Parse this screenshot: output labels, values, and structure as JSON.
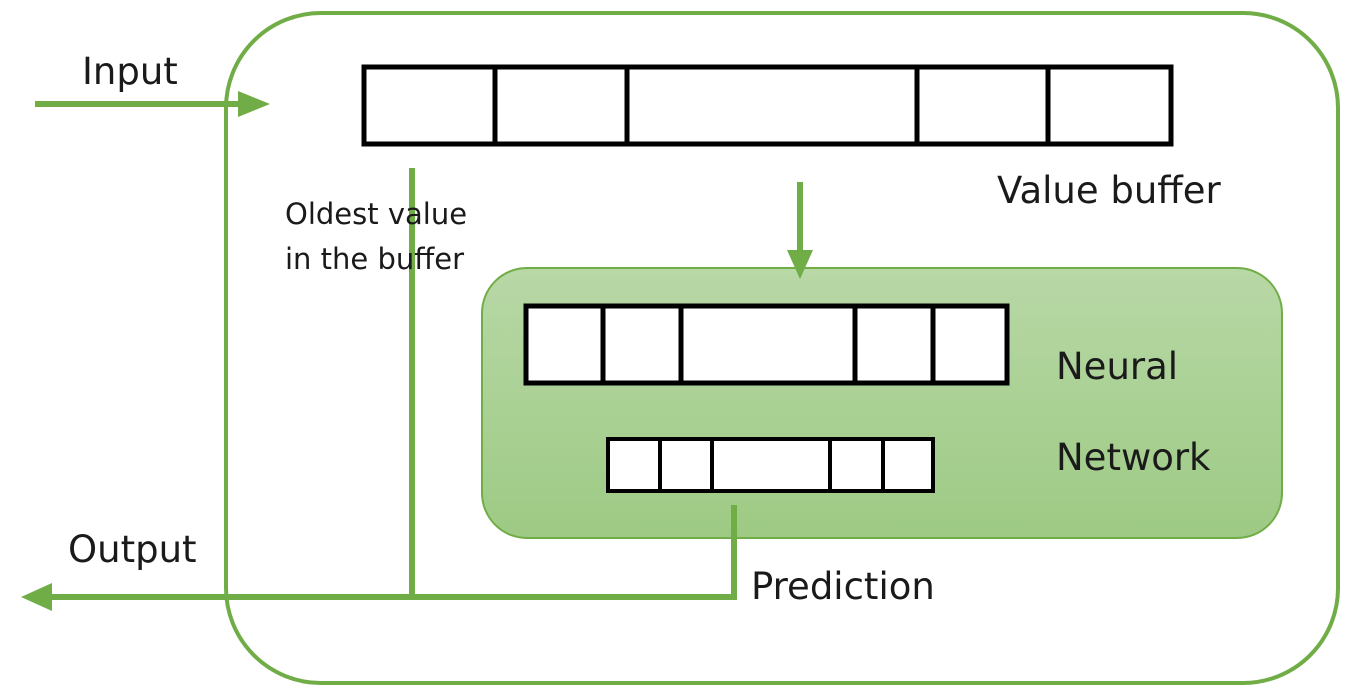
{
  "labels": {
    "input": "Input",
    "output": "Output",
    "value_buffer": "Value buffer",
    "oldest_value": "Oldest value in the buffer",
    "neural": "Neural",
    "network": "Network",
    "prediction": "Prediction"
  },
  "colors": {
    "flow_green": "#70ad47",
    "nn_fill_top": "#b8d8a6",
    "nn_fill_bottom": "#9dca84",
    "cell_stroke": "#000000"
  }
}
